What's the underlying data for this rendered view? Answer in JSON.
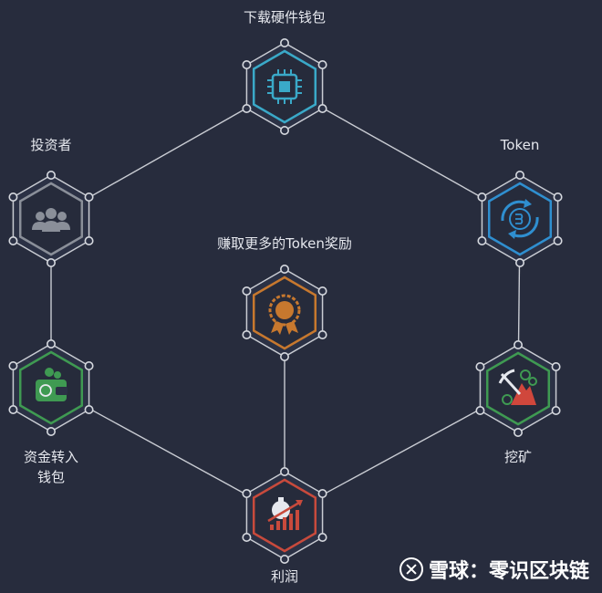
{
  "nodes": [
    {
      "id": "download",
      "label": "下载硬件钱包",
      "color": "#3aa9c8",
      "icon": "chip-icon"
    },
    {
      "id": "token",
      "label": "Token",
      "color": "#2f8fd0",
      "icon": "token-cycle-icon"
    },
    {
      "id": "mining",
      "label": "挖矿",
      "color": "#3f9a52",
      "icon": "pickaxe-mountain-icon"
    },
    {
      "id": "profit",
      "label": "利润",
      "color": "#c84a3c",
      "icon": "money-bag-chart-icon"
    },
    {
      "id": "transfer",
      "label": "资金转入\n钱包",
      "color": "#3f9a52",
      "icon": "wallet-icon"
    },
    {
      "id": "investor",
      "label": "投资者",
      "color": "#8a8f99",
      "icon": "people-icon"
    },
    {
      "id": "reward",
      "label": "赚取更多的Token奖励",
      "color": "#c7782e",
      "icon": "reward-badge-icon"
    }
  ],
  "edges": [
    [
      "download",
      "token"
    ],
    [
      "token",
      "mining"
    ],
    [
      "mining",
      "profit"
    ],
    [
      "profit",
      "transfer"
    ],
    [
      "transfer",
      "investor"
    ],
    [
      "investor",
      "download"
    ],
    [
      "reward",
      "profit"
    ]
  ],
  "watermark": {
    "text": "雪球：零识区块链"
  }
}
